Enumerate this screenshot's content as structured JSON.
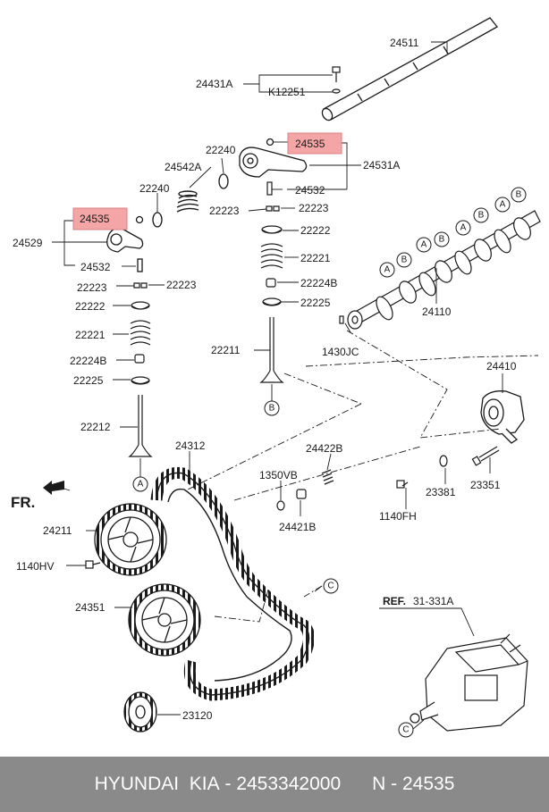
{
  "footer": {
    "brand": "HYUNDAI",
    "brand2": "KIA",
    "sep1": "-",
    "part_number": "2453342000",
    "n_label": "N",
    "sep2": "-",
    "ref_number": "24535"
  },
  "colors": {
    "highlight": "#f4a6a6",
    "footer_bg": "#8a8a8a",
    "line": "#1a1a1a"
  },
  "orientation": "FR.",
  "reference": {
    "label": "REF.",
    "code": "31-331A"
  },
  "markers": {
    "a": "A",
    "b": "B",
    "c": "C"
  },
  "labels": {
    "p24511": "24511",
    "p24431A": "24431A",
    "pK12251": "K12251",
    "p24535_top": "24535",
    "p22240_a": "22240",
    "p24542A": "24542A",
    "p24531A": "24531A",
    "p22240_b": "22240",
    "p24532_r": "24532",
    "p22223_r1": "22223",
    "p22223_r2": "22223",
    "p24535_left": "24535",
    "p22222_r": "22222",
    "p24529": "24529",
    "p22221_r": "22221",
    "p24532_l": "24532",
    "p22224B_r": "22224B",
    "p22223_l1": "22223",
    "p22223_l2": "22223",
    "p22225_r": "22225",
    "p22222_l": "22222",
    "p24110": "24110",
    "p22221_l": "22221",
    "p1430JC": "1430JC",
    "p22211": "22211",
    "p22224B_l": "22224B",
    "p24410": "24410",
    "p22225_l": "22225",
    "p22212": "22212",
    "p24312": "24312",
    "p24422B": "24422B",
    "p1350VB": "1350VB",
    "p23381": "23381",
    "p23351": "23351",
    "p24421B": "24421B",
    "p1140FH": "1140FH",
    "p24211": "24211",
    "p1140HV": "1140HV",
    "p24351": "24351",
    "p23120": "23120"
  }
}
